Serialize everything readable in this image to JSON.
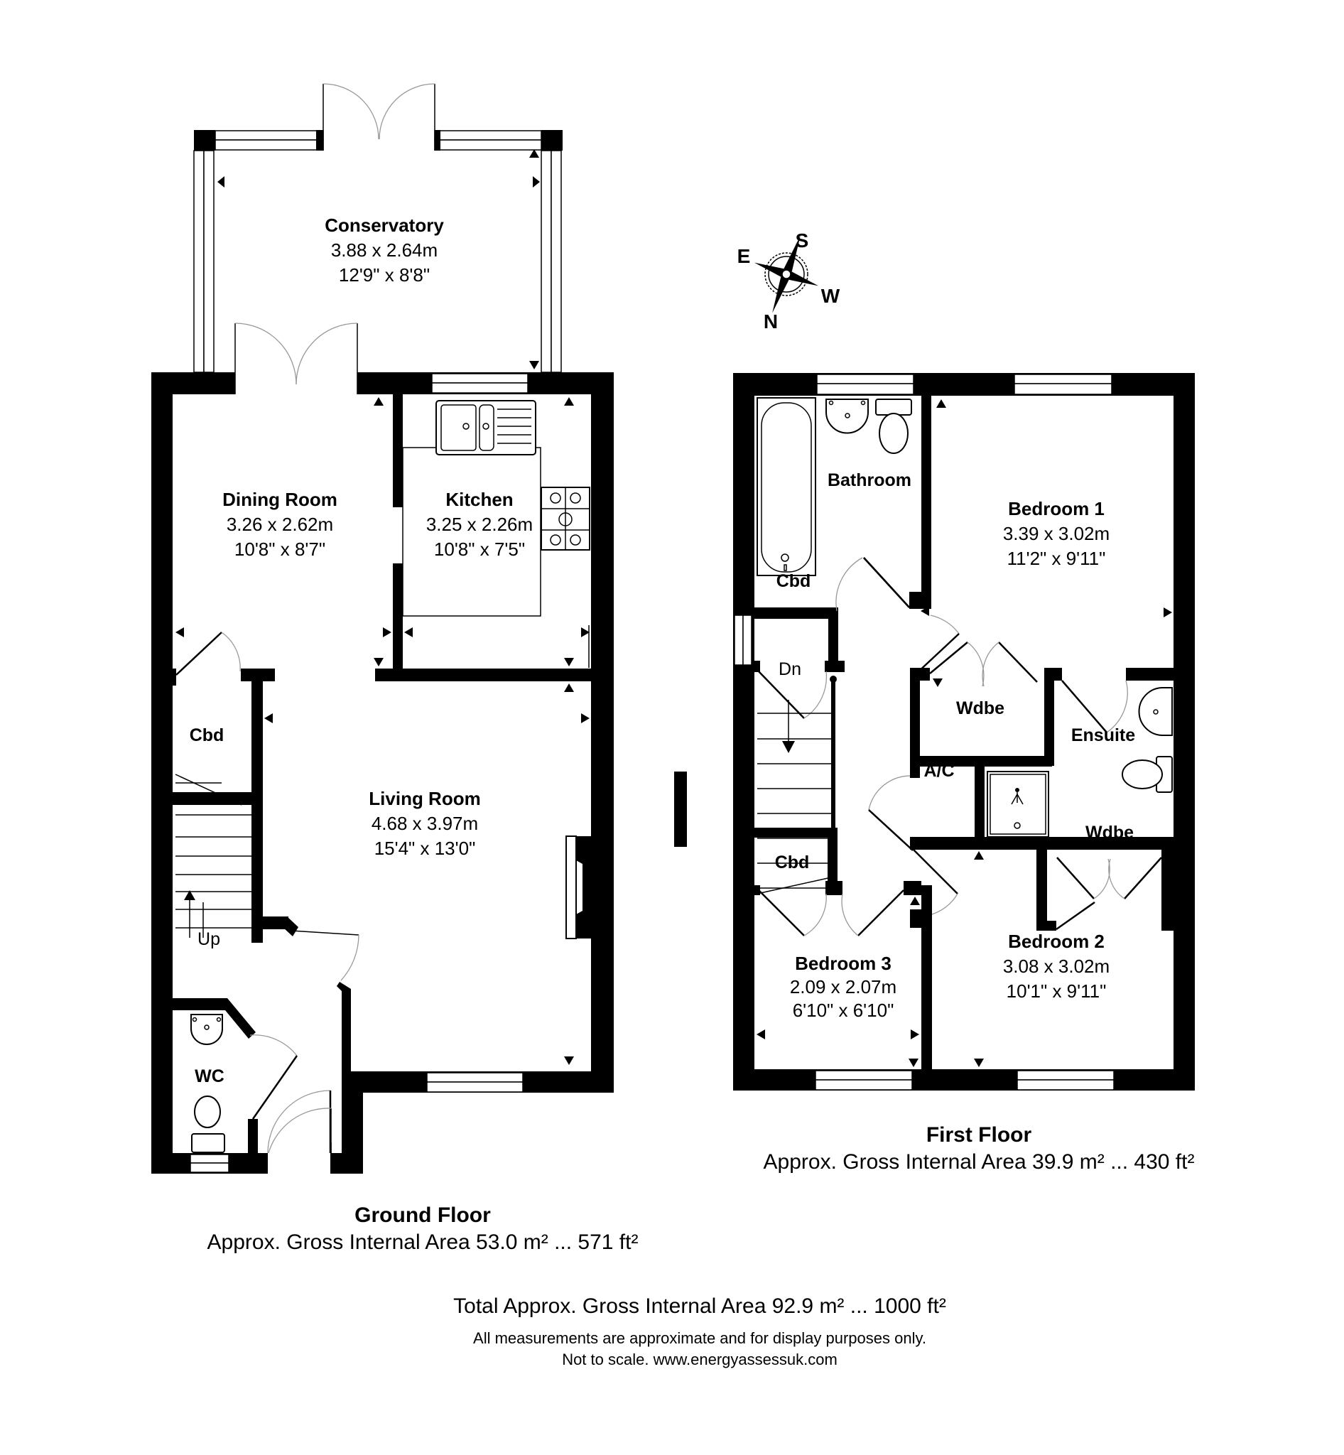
{
  "ground_floor": {
    "title": "Ground Floor",
    "area": "Approx. Gross Internal Area 53.0 m² ... 571 ft²",
    "rooms": {
      "conservatory": {
        "name": "Conservatory",
        "metric": "3.88 x 2.64m",
        "imperial": "12'9\" x 8'8\""
      },
      "dining_room": {
        "name": "Dining Room",
        "metric": "3.26 x 2.62m",
        "imperial": "10'8\" x 8'7\""
      },
      "kitchen": {
        "name": "Kitchen",
        "metric": "3.25 x 2.26m",
        "imperial": "10'8\" x 7'5\""
      },
      "living_room": {
        "name": "Living Room",
        "metric": "4.68 x 3.97m",
        "imperial": "15'4\" x 13'0\""
      },
      "cupboard": {
        "name": "Cbd"
      },
      "wc": {
        "name": "WC"
      }
    },
    "stairs_label": "Up"
  },
  "first_floor": {
    "title": "First Floor",
    "area": "Approx. Gross Internal Area 39.9 m² ... 430 ft²",
    "rooms": {
      "bathroom": {
        "name": "Bathroom"
      },
      "bedroom1": {
        "name": "Bedroom 1",
        "metric": "3.39 x 3.02m",
        "imperial": "11'2\" x 9'11\""
      },
      "bedroom2": {
        "name": "Bedroom 2",
        "metric": "3.08 x 3.02m",
        "imperial": "10'1\" x 9'11\""
      },
      "bedroom3": {
        "name": "Bedroom 3",
        "metric": "2.09 x 2.07m",
        "imperial": "6'10\" x 6'10\""
      },
      "ensuite": {
        "name": "Ensuite"
      },
      "wardrobe1": {
        "name": "Wdbe"
      },
      "wardrobe2": {
        "name": "Wdbe"
      },
      "airing_cupboard": {
        "name": "A/C"
      },
      "cupboard1": {
        "name": "Cbd"
      },
      "cupboard2": {
        "name": "Cbd"
      }
    },
    "stairs_label": "Dn"
  },
  "compass": {
    "north": "N",
    "south": "S",
    "east": "E",
    "west": "W"
  },
  "footer": {
    "total": "Total Approx. Gross Internal Area 92.9 m² ... 1000 ft²",
    "disclaimer_line1": "All measurements are approximate and for display purposes only.",
    "disclaimer_line2": "Not to scale. www.energyassessuk.com"
  },
  "colors": {
    "wall": "#000000",
    "background": "#ffffff",
    "door_arc": "#999999"
  }
}
